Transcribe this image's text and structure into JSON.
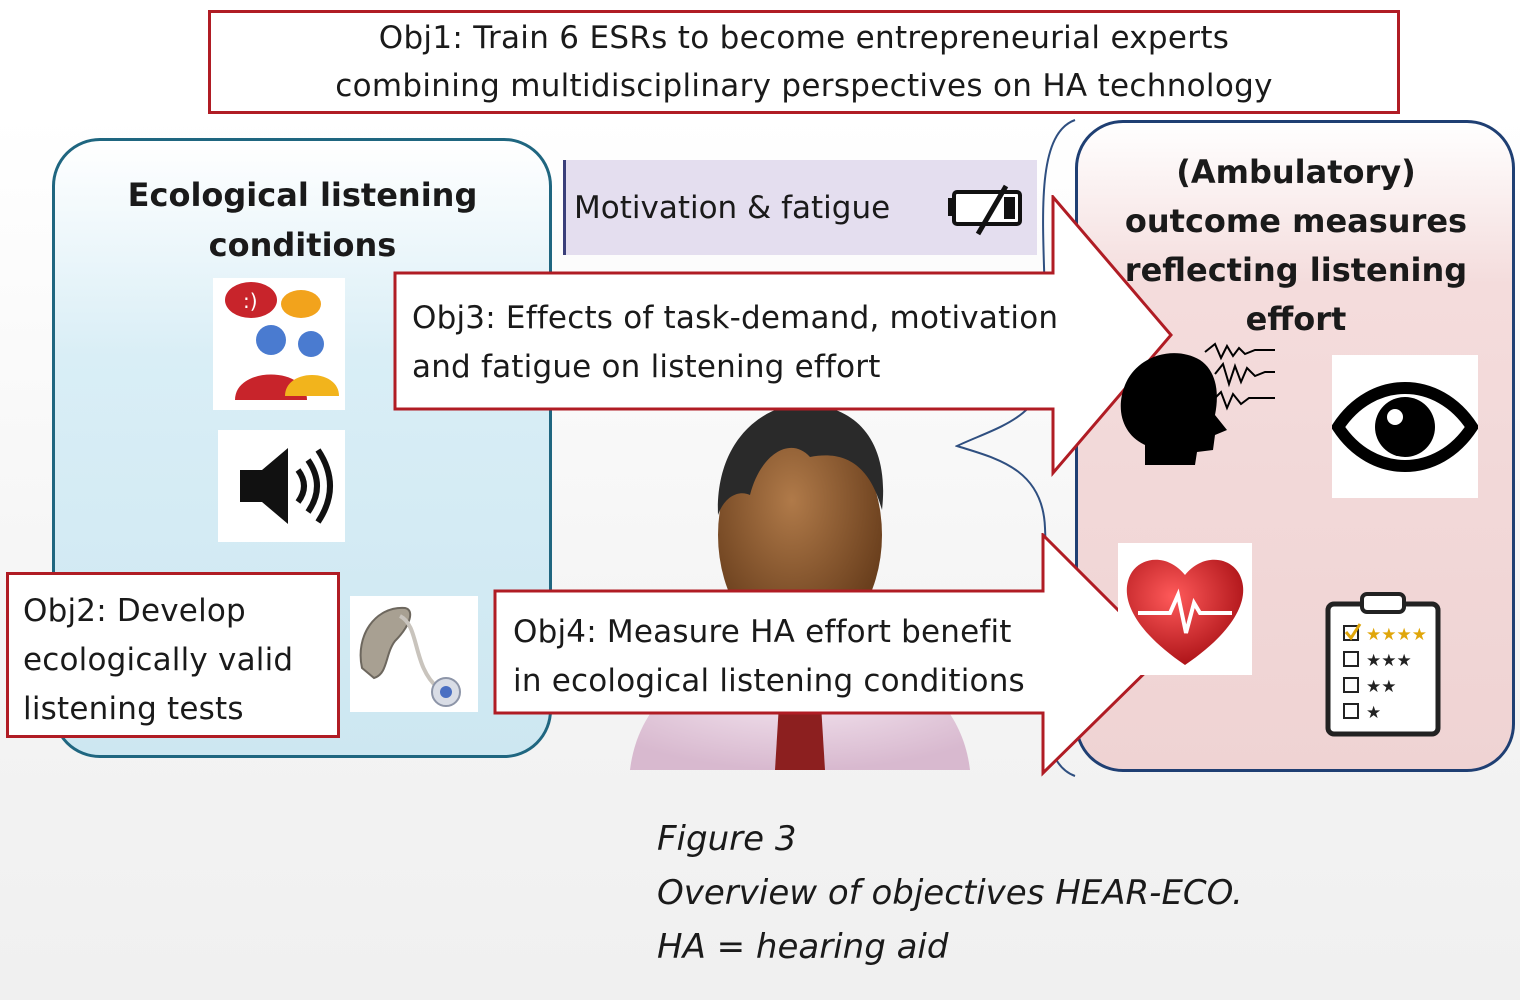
{
  "obj1": {
    "line1": "Obj1: Train 6 ESRs to become entrepreneurial experts",
    "line2": "combining multidisciplinary perspectives on HA technology"
  },
  "left_panel": {
    "title_line1": "Ecological listening",
    "title_line2": "conditions"
  },
  "right_panel": {
    "title_line1": "(Ambulatory)",
    "title_line2": "outcome measures",
    "title_line3": "reflecting listening",
    "title_line4": "effort"
  },
  "motivation": {
    "label": "Motivation & fatigue"
  },
  "obj2": {
    "line1": "Obj2: Develop",
    "line2": "ecologically valid",
    "line3": "listening tests"
  },
  "obj3": {
    "line1": "Obj3: Effects of task-demand, motivation",
    "line2": "and fatigue on listening effort"
  },
  "obj4": {
    "line1": "Obj4: Measure HA effort benefit",
    "line2": "in ecological listening conditions"
  },
  "caption": {
    "line1": "Figure 3",
    "line2": "Overview of objectives HEAR-ECO.",
    "line3": "HA = hearing aid"
  },
  "colors": {
    "accent_red": "#b01c24",
    "left_border": "#1f6680",
    "right_border": "#1f3f73",
    "left_fill": "#cde7f1",
    "right_fill": "#efd3d3",
    "motivation_fill": "#e4deef"
  },
  "icons": {
    "left": [
      "conversation-people-icon",
      "speaker-icon",
      "hearing-aid-icon"
    ],
    "right": [
      "head-eeg-icon",
      "eye-icon",
      "heart-pulse-icon",
      "rating-clipboard-icon"
    ],
    "center": "person-icon",
    "motivation": "battery-low-icon"
  }
}
